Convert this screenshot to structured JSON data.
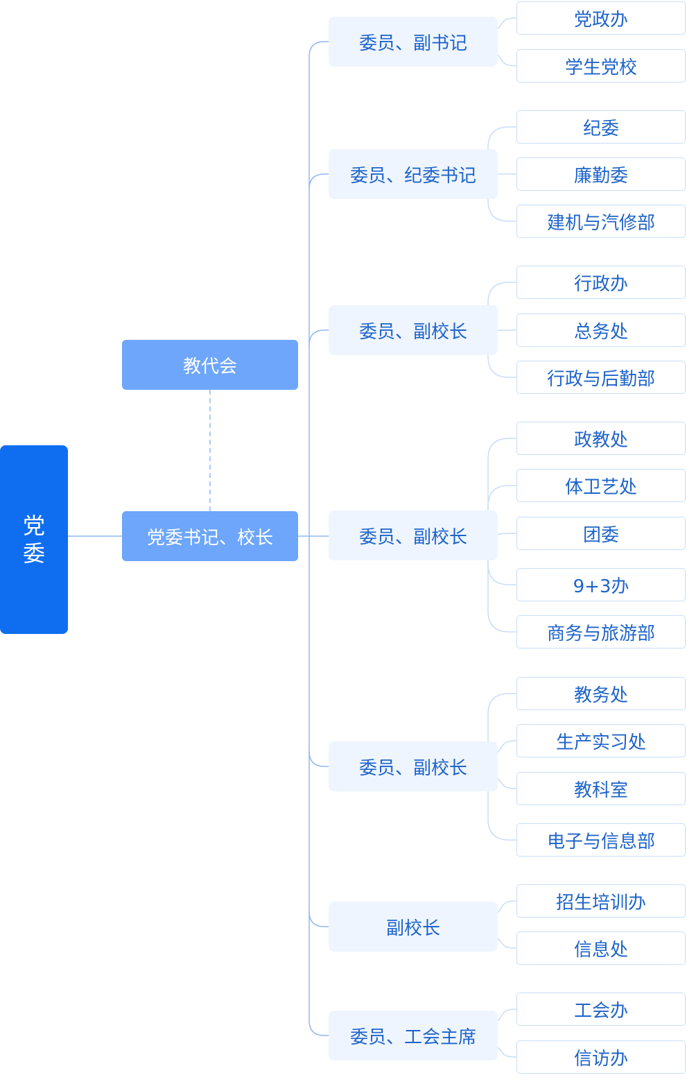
{
  "root": {
    "chars": [
      "党",
      "委"
    ]
  },
  "congress": {
    "label": "教代会"
  },
  "secretary": {
    "label": "党委书记、校长"
  },
  "branches": [
    {
      "label": "委员、副书记",
      "children": [
        "党政办",
        "学生党校"
      ]
    },
    {
      "label": "委员、纪委书记",
      "children": [
        "纪委",
        "廉勤委",
        "建机与汽修部"
      ]
    },
    {
      "label": "委员、副校长",
      "children": [
        "行政办",
        "总务处",
        "行政与后勤部"
      ]
    },
    {
      "label": "委员、副校长",
      "children": [
        "政教处",
        "体卫艺处",
        "团委",
        "9+3办",
        "商务与旅游部"
      ]
    },
    {
      "label": "委员、副校长",
      "children": [
        "教务处",
        "生产实习处",
        "教科室",
        "电子与信息部"
      ]
    },
    {
      "label": "副校长",
      "children": [
        "招生培训办",
        "信息处"
      ]
    },
    {
      "label": "委员、工会主席",
      "children": [
        "工会办",
        "信访办"
      ]
    }
  ],
  "colors": {
    "root": "#0f6ef0",
    "level1": "#6da6fb",
    "level2_bg": "#eef5ff",
    "text_blue": "#1f64c9",
    "line": "#8fb8f2",
    "leaf_line": "#c9ddf6"
  }
}
